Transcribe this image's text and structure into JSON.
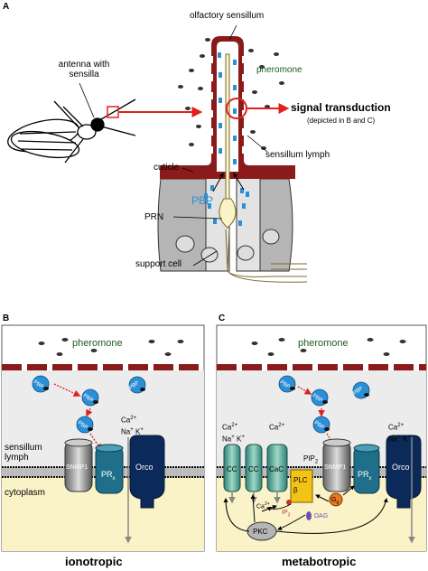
{
  "panel_a": {
    "letter": "A",
    "olfactory_sensillum": "olfactory sensillum",
    "antenna": "antenna with sensilla",
    "pheromone": "pheromone",
    "signal_transduction": "signal transduction",
    "depicted": "(depicted in B and C)",
    "cuticle": "cuticle",
    "sensillum_lymph": "sensillum lymph",
    "pbp": "PBP",
    "prn": "PRN",
    "support_cell": "support cell"
  },
  "panel_b": {
    "letter": "B",
    "pheromone": "pheromone",
    "pbp": "PBP",
    "ion_ca": "Ca",
    "ion_ca_sup": "2+",
    "ion_na": "Na",
    "ion_k": "K",
    "ion_plus": "+",
    "sensillum_lymph": "sensillum lymph",
    "cytoplasm": "cytoplasm",
    "snmp1": "SNMP1",
    "pr": "PR",
    "pr_sub": "x",
    "orco": "Orco",
    "caption": "ionotropic"
  },
  "panel_c": {
    "letter": "C",
    "pheromone": "pheromone",
    "pbp": "PBP",
    "ca": "Ca",
    "ca_sup": "2+",
    "na": "Na",
    "k": "K",
    "plus": "+",
    "cc": "CC",
    "cac": "CaC",
    "plc": "PLC",
    "beta": "β",
    "pip": "PIP",
    "pip_sub": "2",
    "snmp1": "SNMP1",
    "pr": "PR",
    "pr_sub": "x",
    "orco": "Orco",
    "gq": "G",
    "gq_sub": "q",
    "ip": "IP",
    "ip_sub": "3",
    "dag": "DAG",
    "pkc": "PKC",
    "caption": "metabotropic"
  },
  "colors": {
    "cuticle": "#8b1a1a",
    "pbp_blue": "#2b8fd6",
    "arrow_red": "#e0201b",
    "orco_navy": "#0b2a5a",
    "pr_teal": "#1f6f8a",
    "cc_teal": "#3f9b8f",
    "plc_yellow": "#f3c318",
    "gq_orange": "#e8781f",
    "cytoplasm": "#fbf3c8"
  }
}
